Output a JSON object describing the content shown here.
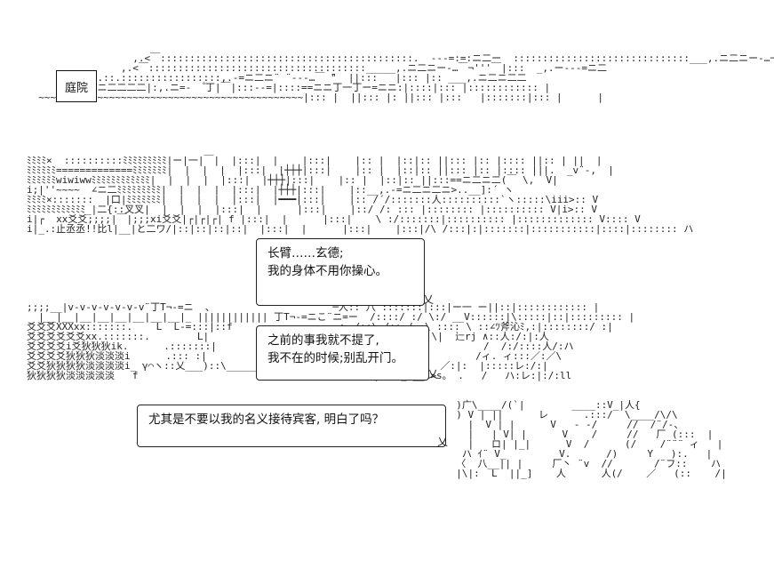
{
  "scene": {
    "location_label": "庭院"
  },
  "dialogue": [
    {
      "id": "bubble-1",
      "lines": [
        "长臂……玄德;",
        "我的身体不用你操心。"
      ]
    },
    {
      "id": "bubble-2",
      "lines": [
        "之前的事我就不提了,",
        "我不在的时候;别乱开门。"
      ]
    },
    {
      "id": "bubble-3",
      "lines": [
        "尤其是不要以我的名义接待宾客, 明白了吗？"
      ]
    }
  ]
}
